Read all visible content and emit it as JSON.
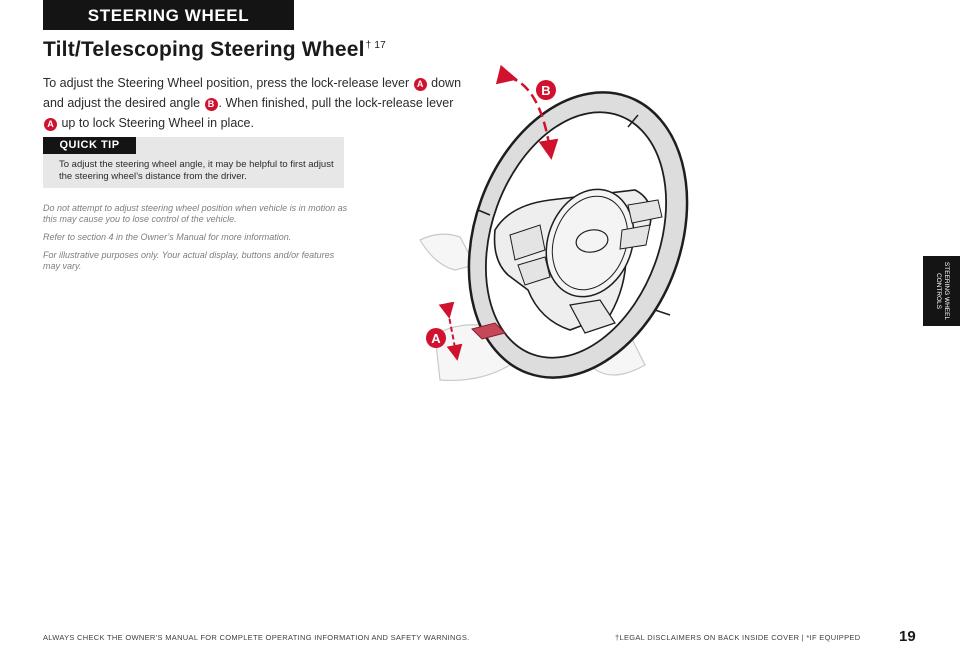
{
  "section_tab": "STEERING WHEEL CONTROLS",
  "title": "Tilt/Telescoping Steering Wheel",
  "title_sup": "† 17",
  "intro": {
    "t1": "To adjust the Steering Wheel position, press the lock-release lever",
    "badge_a": "A",
    "t2": "down and adjust the desired angle",
    "badge_b": "B",
    "t3": ". When finished, pull the lock-release lever",
    "t4": "up to lock Steering Wheel in place."
  },
  "quick_tip": {
    "label": "QUICK TIP",
    "text": "To adjust the steering wheel angle, it may be helpful to first adjust the steering wheel’s distance from the driver."
  },
  "notes": [
    "Do not attempt to adjust steering wheel position when vehicle is in motion as this may cause you to lose control of the vehicle.",
    "Refer to section 4 in the Owner’s Manual for more information.",
    "For illustrative purposes only. Your actual display, buttons and/or features may vary."
  ],
  "illustration": {
    "label_a": "A",
    "label_b": "B",
    "accent_color": "#d0122e"
  },
  "side_tab": "STEERING WHEEL CONTROLS",
  "footer": {
    "left": "ALWAYS CHECK THE OWNER’S MANUAL FOR COMPLETE OPERATING INFORMATION AND SAFETY WARNINGS.",
    "right": "†LEGAL DISCLAIMERS ON BACK INSIDE COVER  |  *IF EQUIPPED",
    "page_number": "19"
  }
}
